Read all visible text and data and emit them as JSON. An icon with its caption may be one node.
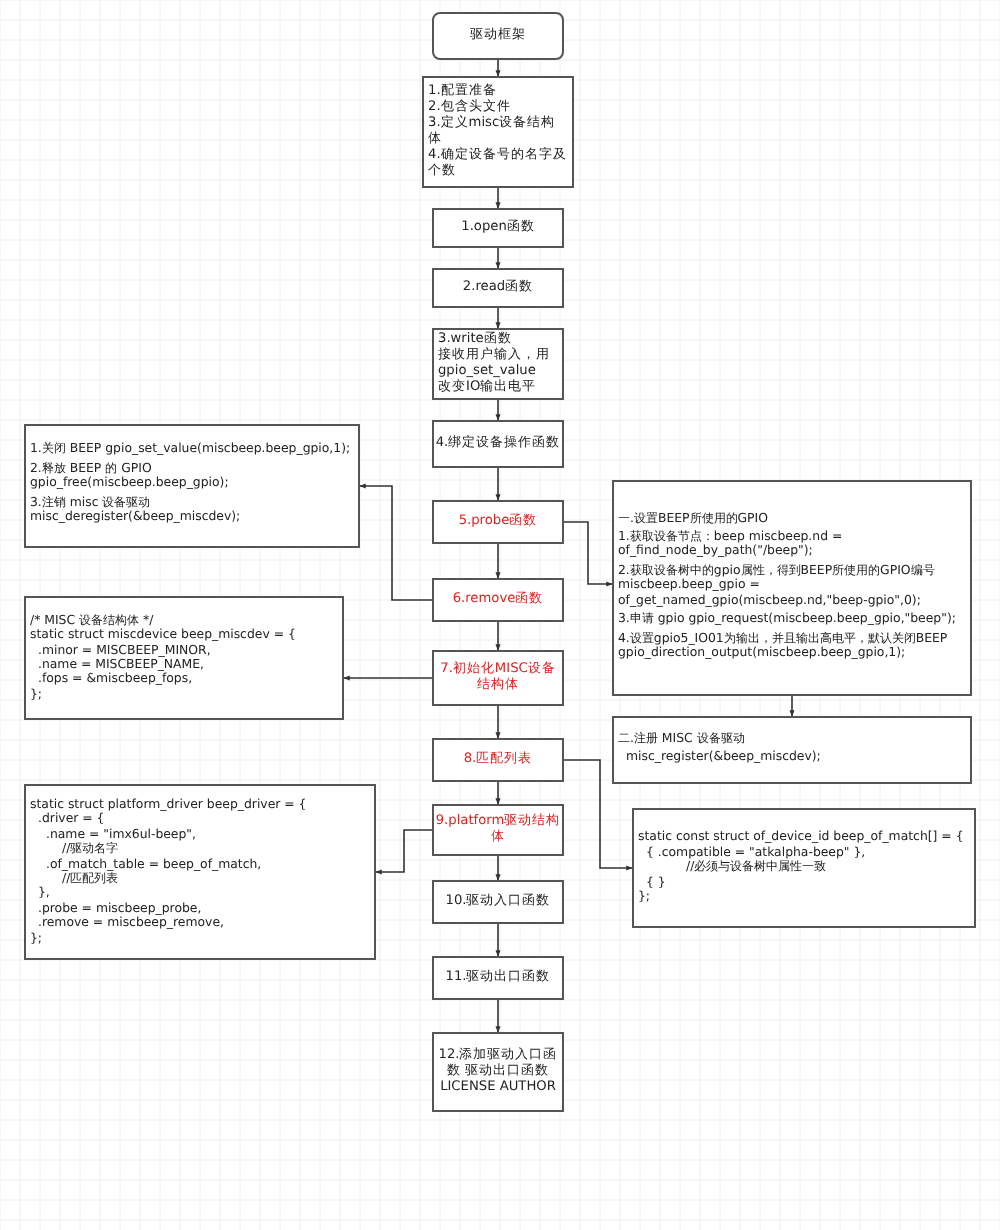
{
  "diagram": {
    "nodes": [
      {
        "text": [
          "驱动框架"
        ]
      },
      {
        "text": [
          "1.配置准备",
          "2.包含头文件",
          "3.定义misc设备结构体",
          "4.确定设备号的名字及个数"
        ]
      },
      {
        "text": [
          "1.open函数"
        ]
      },
      {
        "text": [
          "2.read函数"
        ]
      },
      {
        "text": [
          "3.write函数",
          "接收用户输入，用 gpio_set_value",
          "改变IO输出电平"
        ]
      },
      {
        "text": [
          "4.绑定设备操作函数"
        ]
      },
      {
        "text": [
          "5.probe函数"
        ]
      },
      {
        "text": [
          "6.remove函数"
        ]
      },
      {
        "text": [
          "7.初始化MISC设备结构体"
        ]
      },
      {
        "text": [
          "8.匹配列表"
        ]
      },
      {
        "text": [
          "9.platform驱动结构体"
        ]
      },
      {
        "text": [
          "10.驱动入口函数"
        ]
      },
      {
        "text": [
          "11.驱动出口函数"
        ]
      },
      {
        "text": [
          "12.添加驱动入口函数 驱动出口函数 LICENSE AUTHOR"
        ]
      },
      {
        "text": [
          "一.设置BEEP所使用的GPIO",
          "1.获取设备节点：beep miscbeep.nd = of_find_node_by_path(\"/beep\");",
          "2.获取设备树中的gpio属性，得到BEEP所使用的GPIO编号 miscbeep.beep_gpio = of_get_named_gpio(miscbeep.nd,\"beep-gpio\",0);",
          "3.申请 gpio gpio_request(miscbeep.beep_gpio,\"beep\");",
          "4.设置gpio5_IO01为输出，并且输出高电平，默认关闭BEEP gpio_direction_output(miscbeep.beep_gpio,1);"
        ]
      },
      {
        "text": [
          "二.注册 MISC 设备驱动",
          "misc_register(&beep_miscdev);"
        ]
      },
      {
        "text": [
          "1.关闭 BEEP gpio_set_value(miscbeep.beep_gpio,1);",
          "2.释放 BEEP 的 GPIO gpio_free(miscbeep.beep_gpio);",
          "3.注销 misc 设备驱动 misc_deregister(&beep_miscdev);"
        ]
      },
      {
        "text": [
          "/* MISC 设备结构体 */",
          "static struct miscdevice beep_miscdev = {",
          ".minor = MISCBEEP_MINOR,",
          ".name = MISCBEEP_NAME,",
          ".fops = &miscbeep_fops,",
          "};"
        ]
      },
      {
        "text": [
          "static struct platform_driver beep_driver = {",
          ".driver = {",
          ".name = \"imx6ul-beep\",",
          "//驱动名字",
          ".of_match_table = beep_of_match,",
          "//匹配列表",
          "},",
          ".probe = miscbeep_probe,",
          ".remove = miscbeep_remove,",
          "};"
        ]
      },
      {
        "text": [
          "static const struct of_device_id beep_of_match[] = {",
          "{ .compatible = \"atkalpha-beep\" },",
          "//必须与设备树中属性一致",
          "{ }",
          "};"
        ]
      }
    ],
    "edges": [
      {
        "from": 0,
        "to": 1,
        "arrow": "to"
      },
      {
        "from": 1,
        "to": 2,
        "arrow": "to"
      },
      {
        "from": 2,
        "to": 3,
        "arrow": "to"
      },
      {
        "from": 3,
        "to": 4,
        "arrow": "to"
      },
      {
        "from": 4,
        "to": 5,
        "arrow": "to"
      },
      {
        "from": 5,
        "to": 6,
        "arrow": "to"
      },
      {
        "from": 6,
        "to": 7,
        "arrow": "to"
      },
      {
        "from": 7,
        "to": 8,
        "arrow": "to"
      },
      {
        "from": 8,
        "to": 9,
        "arrow": "to"
      },
      {
        "from": 9,
        "to": 10,
        "arrow": "to"
      },
      {
        "from": 10,
        "to": 11,
        "arrow": "to"
      },
      {
        "from": 11,
        "to": 12,
        "arrow": "to"
      },
      {
        "from": 12,
        "to": 13,
        "arrow": "to"
      },
      {
        "from": 6,
        "to": 14,
        "arrow": "to"
      },
      {
        "from": 14,
        "to": 15,
        "arrow": "to"
      },
      {
        "from": 7,
        "to": 16,
        "arrow": "to"
      },
      {
        "from": 8,
        "to": 17,
        "arrow": "to"
      },
      {
        "from": 9,
        "to": 19,
        "arrow": "to"
      },
      {
        "from": 10,
        "to": 18,
        "arrow": "to"
      }
    ]
  }
}
